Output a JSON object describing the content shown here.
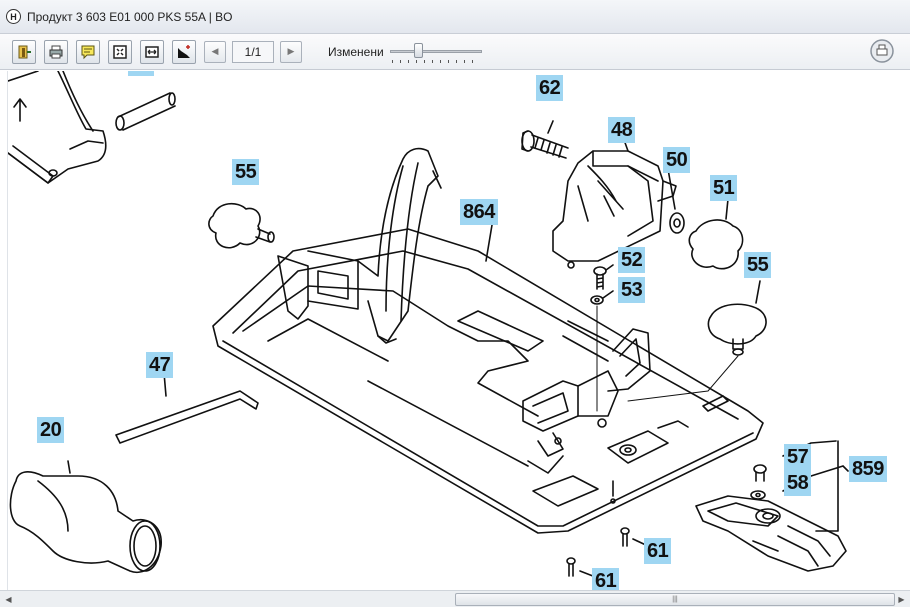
{
  "window": {
    "logo": "H",
    "title": "Продукт 3 603 E01 000    PKS 55A | BO"
  },
  "toolbar": {
    "buttons": [
      "exit-icon",
      "print-icon",
      "comment-icon",
      "fit-page-icon",
      "fit-width-icon",
      "chart-icon"
    ],
    "page_indicator": "1/1",
    "zoom_label": "Изменени",
    "zoom_level": 0.3
  },
  "diagram": {
    "callouts": {
      "c62": "62",
      "c48": "48",
      "c50": "50",
      "c51": "51",
      "c55a": "55",
      "c55b": "55",
      "c864": "864",
      "c52": "52",
      "c53": "53",
      "c47": "47",
      "c20": "20",
      "c57": "57",
      "c58": "58",
      "c859": "859",
      "c61a": "61",
      "c61b": "61"
    }
  },
  "scrollbar": {
    "grip": "|||"
  }
}
